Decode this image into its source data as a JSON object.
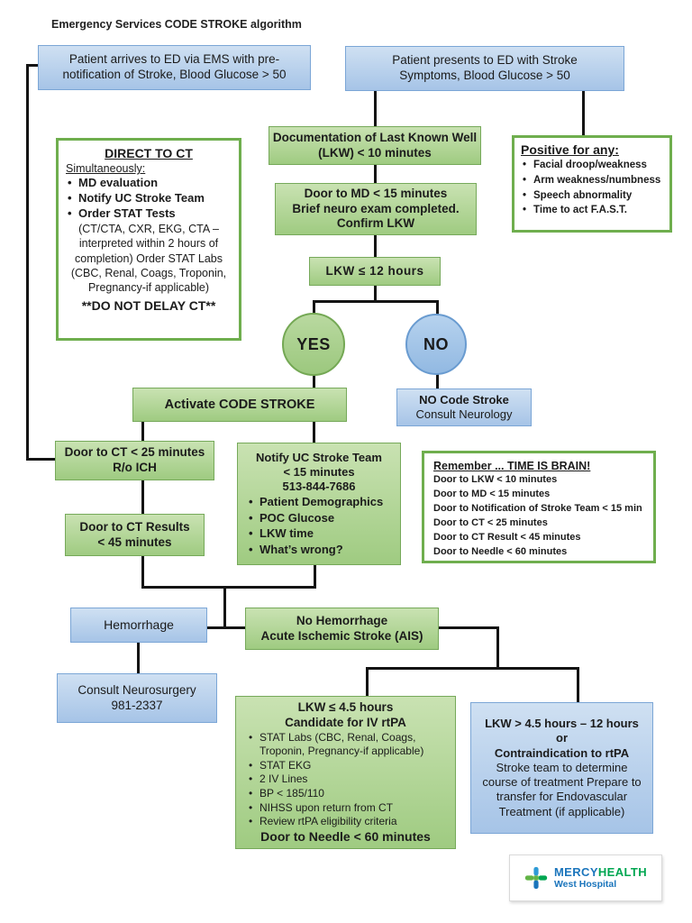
{
  "title": {
    "prefix": "Emergency Services ",
    "strong": "CODE STROKE",
    "suffix": " algorithm"
  },
  "colors": {
    "green_fill": "#a9d18e",
    "green_border": "#70ad47",
    "blue_fill": "#a6c4e7",
    "blue_border": "#7ba6d6",
    "panel_border_green": "#6fae4e",
    "connector_black": "#141414",
    "logo_blue": "#1b75bc",
    "logo_green": "#00a651"
  },
  "nodes": {
    "ems": {
      "text": "Patient arrives to ED via EMS with pre-notification of Stroke, Blood Glucose > 50"
    },
    "presents": {
      "text": "Patient presents to ED with Stroke Symptoms, Blood Glucose > 50"
    },
    "direct": {
      "title": "DIRECT TO CT",
      "subtitle": "Simultaneously:",
      "bullets": [
        "MD evaluation",
        "Notify UC Stroke Team",
        "Order STAT Tests"
      ],
      "body": "(CT/CTA, CXR, EKG, CTA – interpreted within 2 hours of completion) Order STAT Labs (CBC, Renal, Coags, Troponin, Pregnancy-if applicable)",
      "footer": "**DO NOT DELAY CT**"
    },
    "documentation": {
      "text": "Documentation of Last Known Well (LKW) < 10 minutes"
    },
    "positive": {
      "title": "Positive for any:",
      "bullets": [
        "Facial droop/weakness",
        "Arm weakness/numbness",
        "Speech abnormality",
        "Time to act F.A.S.T."
      ]
    },
    "door_md": {
      "lines": [
        "Door to MD < 15 minutes",
        "Brief neuro exam completed.",
        "Confirm LKW"
      ]
    },
    "lkw12": {
      "text": "LKW ≤ 12 hours"
    },
    "yes": {
      "label": "YES"
    },
    "no": {
      "label": "NO"
    },
    "activate": {
      "text": "Activate CODE STROKE"
    },
    "no_code": {
      "line1": "NO Code Stroke",
      "line2": "Consult Neurology"
    },
    "door_ct": {
      "lines": [
        "Door to CT < 25 minutes",
        "R/o ICH"
      ]
    },
    "notify": {
      "lines": [
        "Notify UC Stroke Team",
        "< 15 minutes",
        "513-844-7686"
      ],
      "bullets": [
        "Patient Demographics",
        "POC Glucose",
        "LKW time",
        "What’s wrong?"
      ]
    },
    "remember": {
      "title": "Remember ... TIME IS BRAIN!",
      "lines": [
        "Door to LKW < 10 minutes",
        "Door to MD < 15 minutes",
        "Door to Notification of Stroke Team < 15 min",
        "Door to CT < 25 minutes",
        "Door to CT Result < 45 minutes",
        "Door to Needle < 60  minutes"
      ]
    },
    "ct_results": {
      "lines": [
        "Door to CT Results",
        "< 45 minutes"
      ]
    },
    "hemorrhage": {
      "text": "Hemorrhage"
    },
    "no_hemorrhage": {
      "lines": [
        "No Hemorrhage",
        "Acute Ischemic Stroke (AIS)"
      ]
    },
    "neurosurgery": {
      "lines": [
        "Consult Neurosurgery",
        "981-2337"
      ]
    },
    "lkw45": {
      "title_lines": [
        "LKW ≤ 4.5 hours",
        "Candidate for IV rtPA"
      ],
      "bullets": [
        "STAT Labs (CBC, Renal, Coags, Troponin, Pregnancy-if applicable)",
        "STAT EKG",
        "2 IV Lines",
        "BP < 185/110",
        "NIHSS upon return from CT",
        "Review rtPA eligibility criteria"
      ],
      "footer": "Door to Needle < 60 minutes"
    },
    "lkw_gt": {
      "bold_lines": [
        "LKW > 4.5 hours – 12 hours",
        "or",
        "Contraindication to rtPA"
      ],
      "body": "Stroke team to determine course of treatment Prepare to transfer for Endovascular Treatment (if applicable)"
    }
  },
  "logo": {
    "mercy": "MERCY",
    "health": "HEALTH",
    "sub": "West Hospital"
  }
}
